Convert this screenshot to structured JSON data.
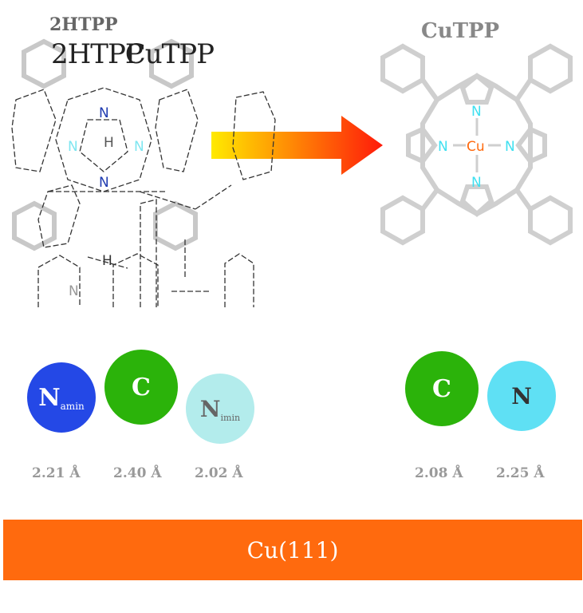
{
  "left_molecule": {
    "title_small": "2HTPP",
    "title_large": "2HTPP",
    "title_overlap": "CuTPP"
  },
  "right_molecule": {
    "title": "CuTPP",
    "center_atom": "Cu"
  },
  "nitrogen_label": "N",
  "hydrogen_label": "H",
  "left_atoms": [
    {
      "symbol": "N",
      "subscript": "amin",
      "color": "#2448e6",
      "distance": "2.21 Å"
    },
    {
      "symbol": "C",
      "subscript": "",
      "color": "#2bb30a",
      "distance": "2.40 Å"
    },
    {
      "symbol": "N",
      "subscript": "imin",
      "color": "#b3ecec",
      "distance": "2.02 Å"
    }
  ],
  "right_atoms": [
    {
      "symbol": "C",
      "subscript": "",
      "color": "#2bb30a",
      "distance": "2.08 Å"
    },
    {
      "symbol": "N",
      "subscript": "",
      "color": "#5fe0f4",
      "distance": "2.25 Å"
    }
  ],
  "substrate": {
    "label": "Cu(111)",
    "color": "#ff6a0e"
  },
  "arrow": {
    "from": "#ffea00",
    "to": "#ff1a0a"
  }
}
